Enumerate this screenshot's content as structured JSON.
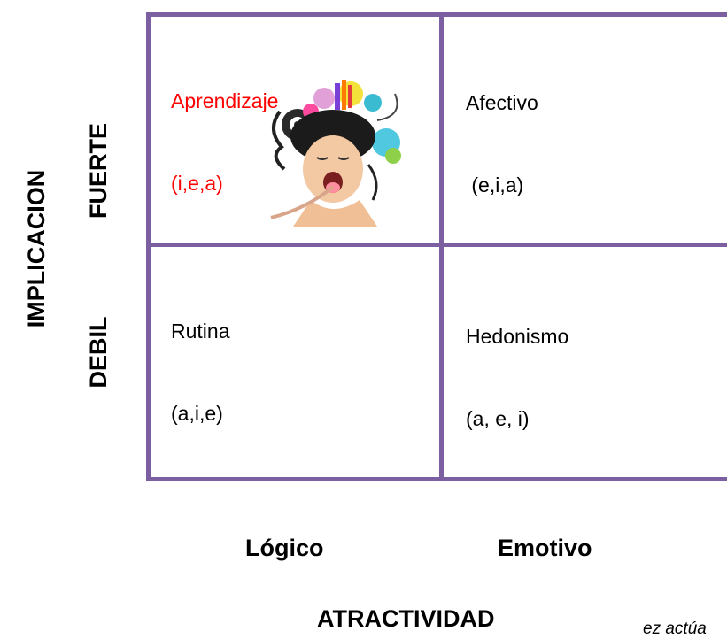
{
  "colors": {
    "grid": "#7b5fa0",
    "highlight": "#ff0000",
    "text": "#000000"
  },
  "quadrants": {
    "top_left": {
      "title": "Aprendizaje",
      "code": "(i,e,a)",
      "color": "#ff0000"
    },
    "top_right": {
      "title": "Afectivo",
      "code": " (e,i,a)"
    },
    "bottom_left": {
      "title": "Rutina",
      "code": "(a,i,e)"
    },
    "bottom_right": {
      "title": "Hedonismo",
      "code": "(a, e, i)"
    }
  },
  "axes": {
    "y_title": "IMPLICACION",
    "y_top": "FUERTE",
    "y_bottom": "DEBIL",
    "x_left": "Lógico",
    "x_right": "Emotivo",
    "x_title": "ATRACTIVIDAD"
  },
  "corner_note": "ez actúa",
  "icons": {
    "illustration": "collage-face-icon"
  }
}
